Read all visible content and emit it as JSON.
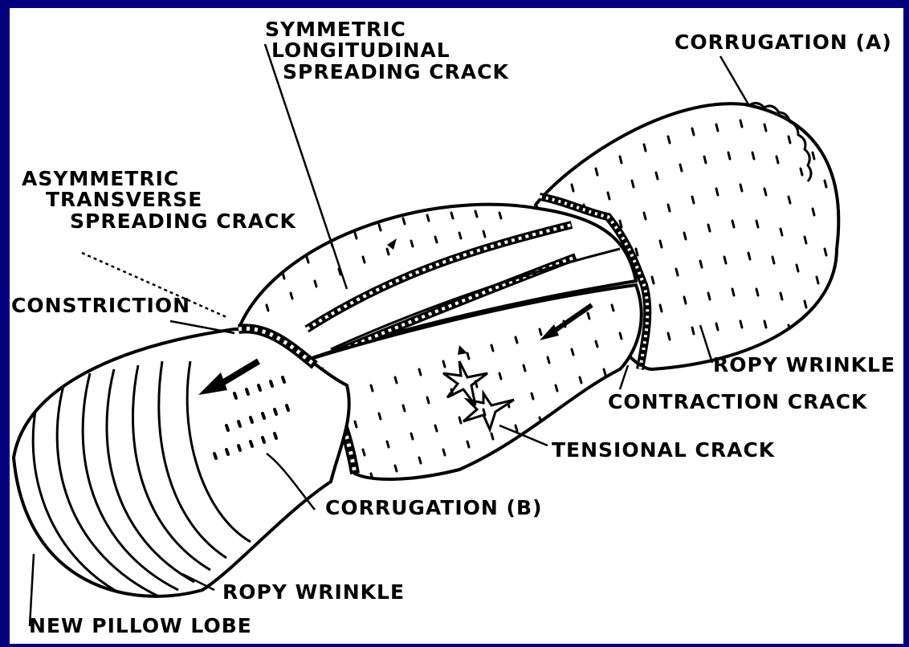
{
  "labels": {
    "symmetric_crack": [
      "SYMMETRIC",
      "LONGITUDINAL",
      "SPREADING CRACK"
    ],
    "corrugation_a": "CORRUGATION (A)",
    "asymmetric_crack": [
      "ASYMMETRIC",
      "TRANSVERSE",
      "SPREADING CRACK"
    ],
    "constriction": "CONSTRICTION",
    "ropy_wrinkle_right": "ROPY WRINKLE",
    "contraction_crack": "CONTRACTION CRACK",
    "tensional_crack": "TENSIONAL CRACK",
    "corrugation_b": "CORRUGATION (B)",
    "ropy_wrinkle_bottom": "ROPY WRINKLE",
    "new_pillow_lobe": "NEW PILLOW LOBE"
  },
  "colors": {
    "background": "#00007f",
    "frame": "#ffffff",
    "ink": "#000000"
  }
}
